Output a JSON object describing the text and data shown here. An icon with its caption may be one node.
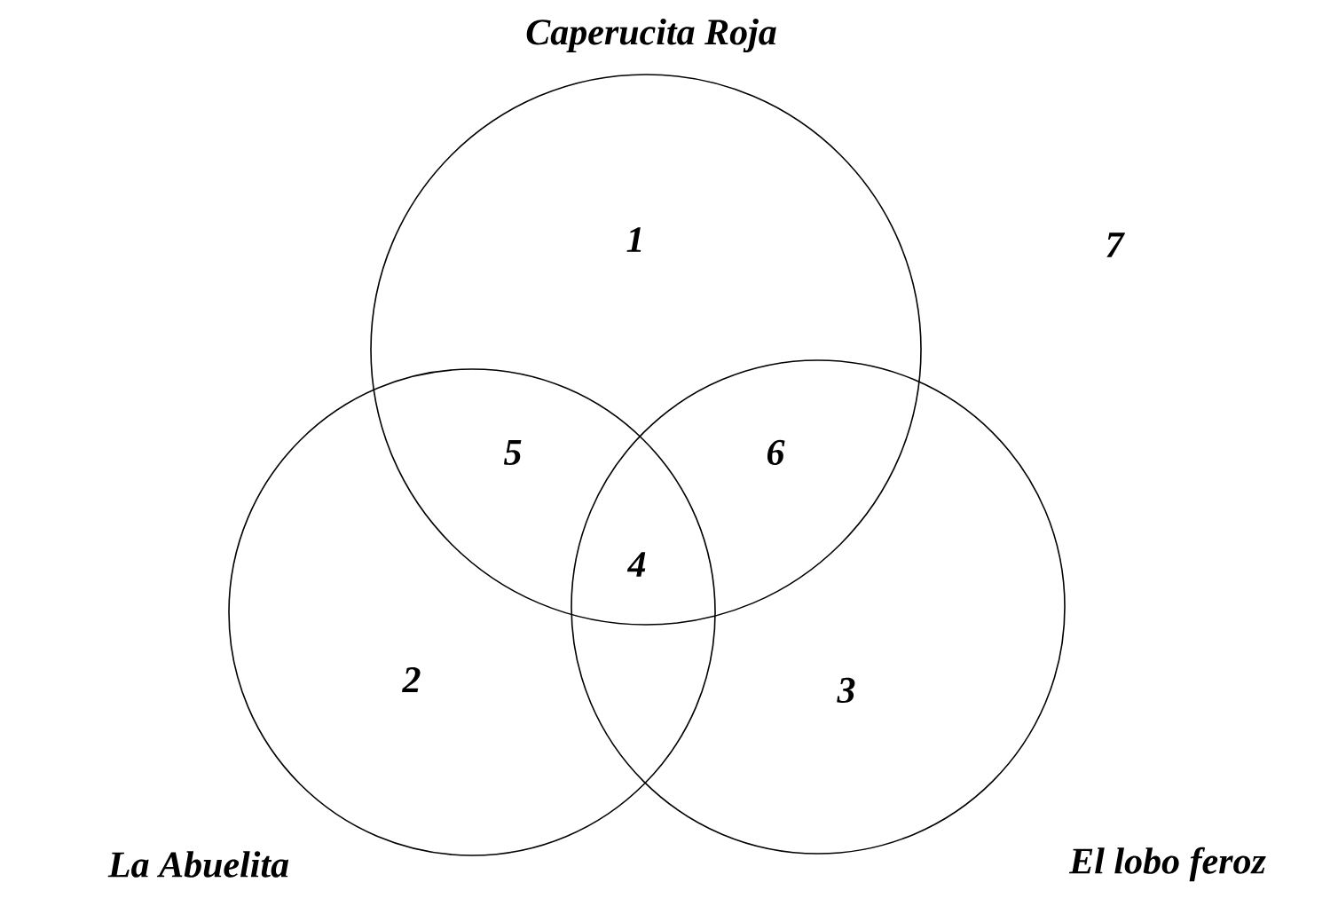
{
  "diagram": {
    "nodes": [
      {
        "text": [
          "Caperucita Roja"
        ]
      },
      {
        "text": [
          "La Abuelita"
        ]
      },
      {
        "text": [
          "El lobo feroz"
        ]
      }
    ],
    "labels": [
      "1",
      "7",
      "5",
      "6",
      "4",
      "2",
      "3"
    ]
  }
}
